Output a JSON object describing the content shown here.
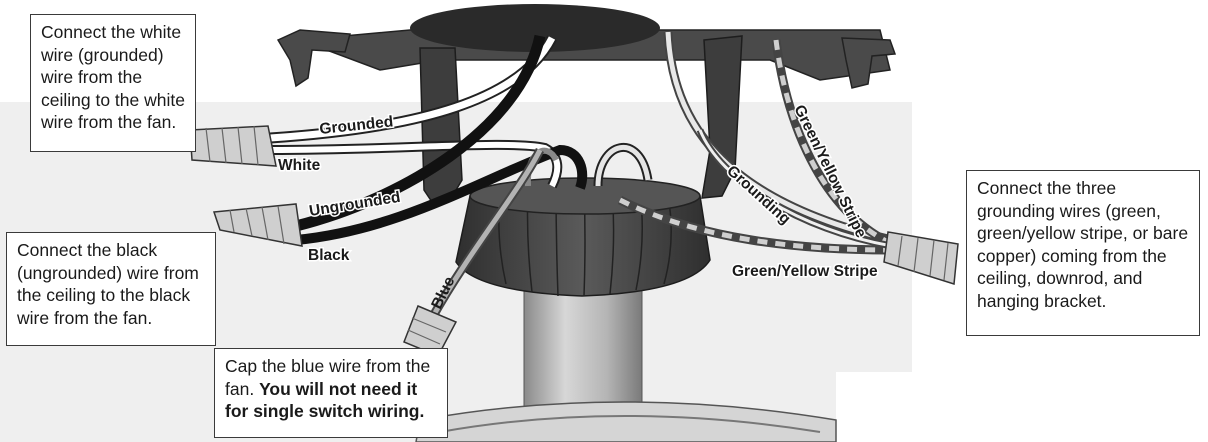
{
  "callouts": {
    "white": "Connect the white wire (grounded) wire from the ceiling to the white wire from the fan.",
    "black": "Connect the black (ungrounded) wire from the ceiling to the black wire from the fan.",
    "blue_normal": "Cap the blue wire from the fan. ",
    "blue_bold": "You will not need it for single switch wiring.",
    "ground": "Connect the three grounding wires (green, green/yellow stripe, or bare copper) coming from the ceiling, downrod, and hanging bracket."
  },
  "wire_labels": {
    "grounded": "Grounded",
    "white": "White",
    "ungrounded": "Ungrounded",
    "black": "Black",
    "blue": "Blue",
    "grounding": "Grounding",
    "gy_stripe_top": "Green/Yellow Stripe",
    "gy_stripe_bottom": "Green/Yellow Stripe"
  },
  "colors": {
    "panel": "#efefef",
    "dark_part": "#3d3d3d",
    "wire_black": "#111111",
    "wire_gray": "#9a9a9a",
    "connector": "#cfcfcf"
  }
}
